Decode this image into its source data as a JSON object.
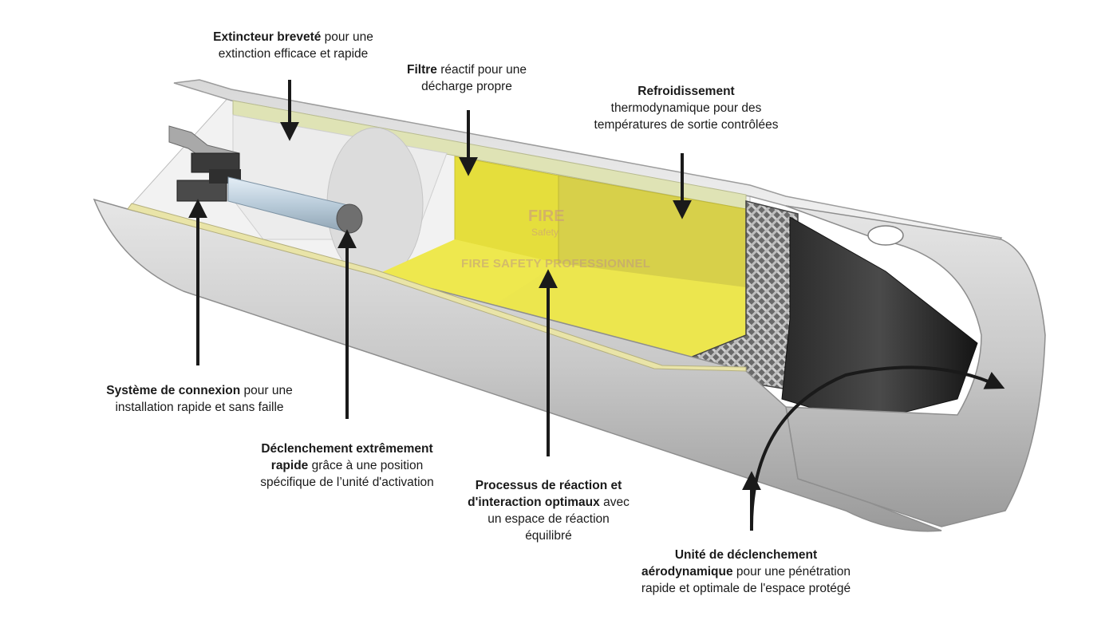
{
  "callouts": {
    "extincteur": {
      "bold": "Extincteur breveté",
      "rest1": " pour une",
      "line2": "extinction efficace et rapide"
    },
    "filtre": {
      "bold": "Filtre",
      "rest1": " réactif pour une",
      "line2": "décharge propre"
    },
    "refroidissement": {
      "bold": "Refroidissement",
      "line2": "thermodynamique pour des",
      "line3": "températures de sortie contrôlées"
    },
    "connexion": {
      "bold": "Système de connexion",
      "rest1": " pour une",
      "line2": "installation rapide et sans faille"
    },
    "declenchement": {
      "bold1": "Déclenchement extrêmement",
      "bold2": "rapide",
      "rest2": " grâce à une position",
      "line3": "spécifique de l’unité d'activation"
    },
    "processus": {
      "bold1": "Processus de réaction et",
      "bold2": "d'interaction optimaux",
      "rest2": " avec",
      "line3": "un espace de réaction",
      "line4": "équilibré"
    },
    "unite": {
      "bold1": "Unité de déclenchement",
      "bold2": "aérodynamique",
      "rest2": " pour une pénétration",
      "line3": "rapide et optimale de l'espace protégé"
    }
  },
  "watermark": {
    "logo_line1": "FIRE",
    "logo_line2": "Safety",
    "text": "FIRE SAFETY PROFESSIONNEL"
  },
  "colors": {
    "tube": "#c9c9c9",
    "yellow": "#e8e24a",
    "yellow_dark": "#d6cf3a",
    "mesh": "#555555",
    "arrow": "#1a1a1a"
  }
}
